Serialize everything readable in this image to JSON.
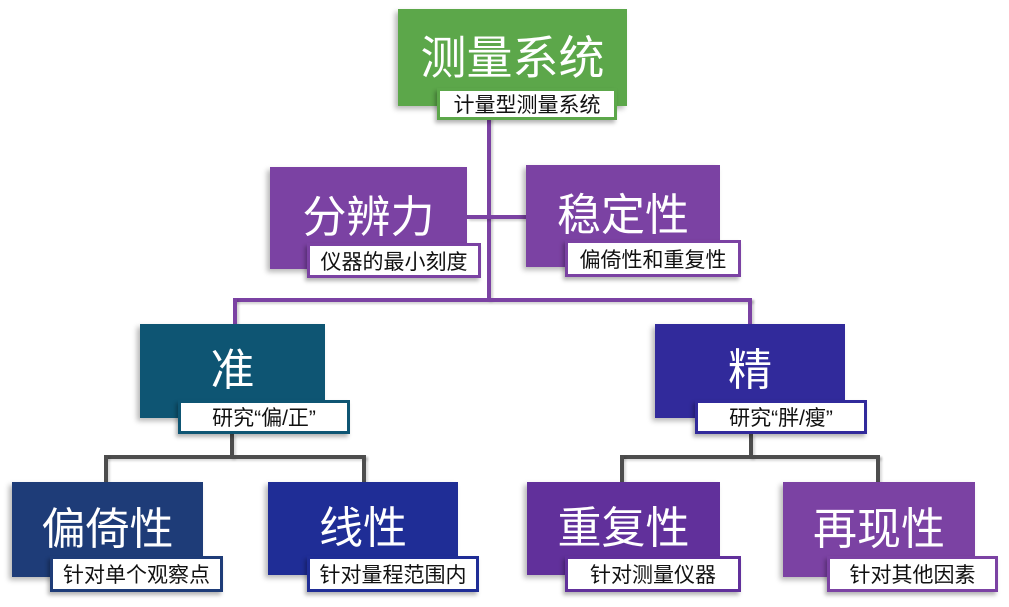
{
  "diagram": {
    "type": "hierarchy-tree",
    "background_color": "#ffffff",
    "connector_colors": {
      "upper": "#7b42a3",
      "lower": "#4d4d4d"
    },
    "nodes": {
      "root": {
        "label": "测量系统",
        "sublabel": "计量型测量系统",
        "color": "#5ca74a",
        "text_color": "#ffffff"
      },
      "resolution": {
        "label": "分辨力",
        "sublabel": "仪器的最小刻度",
        "color": "#7b42a3",
        "text_color": "#ffffff"
      },
      "stability": {
        "label": "稳定性",
        "sublabel": "偏倚性和重复性",
        "color": "#7b42a3",
        "text_color": "#ffffff"
      },
      "accuracy": {
        "label": "准",
        "sublabel": "研究“偏/正”",
        "color": "#0e5573",
        "text_color": "#ffffff"
      },
      "precision": {
        "label": "精",
        "sublabel": "研究“胖/瘦”",
        "color": "#312a9b",
        "text_color": "#ffffff"
      },
      "bias": {
        "label": "偏倚性",
        "sublabel": "针对单个观察点",
        "color": "#1e3c78",
        "text_color": "#ffffff"
      },
      "linearity": {
        "label": "线性",
        "sublabel": "针对量程范围内",
        "color": "#1f2d96",
        "text_color": "#ffffff"
      },
      "repeatability": {
        "label": "重复性",
        "sublabel": "针对测量仪器",
        "color": "#61309b",
        "text_color": "#ffffff"
      },
      "reproducibility": {
        "label": "再现性",
        "sublabel": "针对其他因素",
        "color": "#7b42a3",
        "text_color": "#ffffff"
      }
    },
    "edges": [
      [
        "root",
        "resolution"
      ],
      [
        "root",
        "stability"
      ],
      [
        "root",
        "accuracy"
      ],
      [
        "root",
        "precision"
      ],
      [
        "accuracy",
        "bias"
      ],
      [
        "accuracy",
        "linearity"
      ],
      [
        "precision",
        "repeatability"
      ],
      [
        "precision",
        "reproducibility"
      ]
    ]
  }
}
